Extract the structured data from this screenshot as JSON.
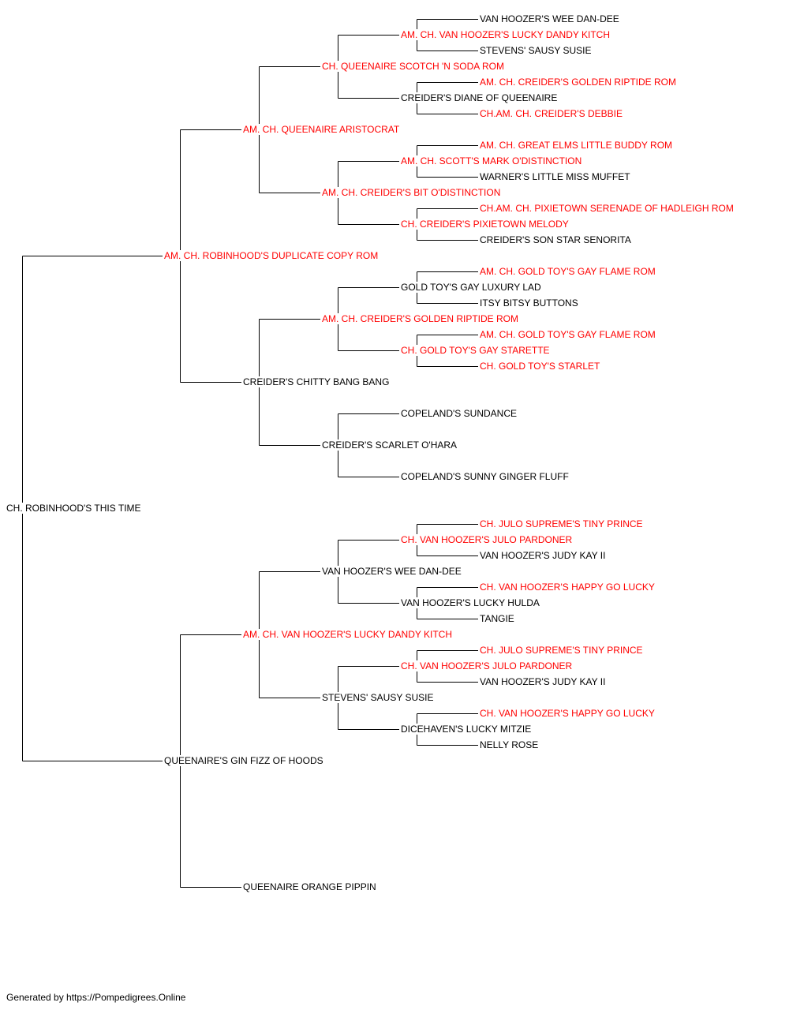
{
  "colors": {
    "champion": "#ff0000",
    "normal": "#000000",
    "line": "#000000"
  },
  "pedigree": {
    "name": "CH. ROBINHOOD'S THIS TIME",
    "champion": false,
    "sire": {
      "name": "AM. CH. ROBINHOOD'S DUPLICATE COPY ROM",
      "champion": true,
      "sire": {
        "name": "AM. CH. QUEENAIRE ARISTOCRAT",
        "champion": true,
        "sire": {
          "name": "CH. QUEENAIRE SCOTCH 'N SODA ROM",
          "champion": true,
          "sire": {
            "name": "AM. CH. VAN HOOZER'S LUCKY DANDY KITCH",
            "champion": true,
            "sire": {
              "name": "VAN HOOZER'S WEE DAN-DEE",
              "champion": false
            },
            "dam": {
              "name": "STEVENS' SAUSY SUSIE",
              "champion": false
            }
          },
          "dam": {
            "name": "CREIDER'S DIANE OF QUEENAIRE",
            "champion": false,
            "sire": {
              "name": "AM. CH. CREIDER'S GOLDEN RIPTIDE ROM",
              "champion": true
            },
            "dam": {
              "name": "CH.AM. CH. CREIDER'S DEBBIE",
              "champion": true
            }
          }
        },
        "dam": {
          "name": "AM. CH. CREIDER'S BIT O'DISTINCTION",
          "champion": true,
          "sire": {
            "name": "AM. CH. SCOTT'S MARK O'DISTINCTION",
            "champion": true,
            "sire": {
              "name": "AM. CH. GREAT ELMS LITTLE BUDDY ROM",
              "champion": true
            },
            "dam": {
              "name": "WARNER'S LITTLE MISS MUFFET",
              "champion": false
            }
          },
          "dam": {
            "name": "CH. CREIDER'S PIXIETOWN MELODY",
            "champion": true,
            "sire": {
              "name": "CH.AM. CH. PIXIETOWN SERENADE OF HADLEIGH ROM",
              "champion": true
            },
            "dam": {
              "name": "CREIDER'S SON STAR SENORITA",
              "champion": false
            }
          }
        }
      },
      "dam": {
        "name": "CREIDER'S CHITTY BANG BANG",
        "champion": false,
        "sire": {
          "name": "AM. CH. CREIDER'S GOLDEN RIPTIDE ROM",
          "champion": true,
          "sire": {
            "name": "GOLD TOY'S GAY LUXURY LAD",
            "champion": false,
            "sire": {
              "name": "AM. CH. GOLD TOY'S GAY FLAME ROM",
              "champion": true
            },
            "dam": {
              "name": "ITSY BITSY BUTTONS",
              "champion": false
            }
          },
          "dam": {
            "name": "CH. GOLD TOY'S GAY STARETTE",
            "champion": true,
            "sire": {
              "name": "AM. CH. GOLD TOY'S GAY FLAME ROM",
              "champion": true
            },
            "dam": {
              "name": "CH. GOLD TOY'S STARLET",
              "champion": true
            }
          }
        },
        "dam": {
          "name": "CREIDER'S SCARLET O'HARA",
          "champion": false,
          "sire": {
            "name": "COPELAND'S SUNDANCE",
            "champion": false
          },
          "dam": {
            "name": "COPELAND'S SUNNY GINGER FLUFF",
            "champion": false
          }
        }
      }
    },
    "dam": {
      "name": "QUEENAIRE'S GIN FIZZ OF HOODS",
      "champion": false,
      "sire": {
        "name": "AM. CH. VAN HOOZER'S LUCKY DANDY KITCH",
        "champion": true,
        "sire": {
          "name": "VAN HOOZER'S WEE DAN-DEE",
          "champion": false,
          "sire": {
            "name": "CH. VAN HOOZER'S JULO PARDONER",
            "champion": true,
            "sire": {
              "name": "CH. JULO SUPREME'S TINY PRINCE",
              "champion": true
            },
            "dam": {
              "name": "VAN HOOZER'S JUDY KAY II",
              "champion": false
            }
          },
          "dam": {
            "name": "VAN HOOZER'S LUCKY HULDA",
            "champion": false,
            "sire": {
              "name": "CH. VAN HOOZER'S HAPPY GO LUCKY",
              "champion": true
            },
            "dam": {
              "name": "TANGIE",
              "champion": false
            }
          }
        },
        "dam": {
          "name": "STEVENS' SAUSY SUSIE",
          "champion": false,
          "sire": {
            "name": "CH. VAN HOOZER'S JULO PARDONER",
            "champion": true,
            "sire": {
              "name": "CH. JULO SUPREME'S TINY PRINCE",
              "champion": true
            },
            "dam": {
              "name": "VAN HOOZER'S JUDY KAY II",
              "champion": false
            }
          },
          "dam": {
            "name": "DICEHAVEN'S LUCKY MITZIE",
            "champion": false,
            "sire": {
              "name": "CH. VAN HOOZER'S HAPPY GO LUCKY",
              "champion": true
            },
            "dam": {
              "name": "NELLY ROSE",
              "champion": false
            }
          }
        }
      },
      "dam": {
        "name": "QUEENAIRE ORANGE PIPPIN",
        "champion": false
      }
    }
  },
  "footer": "Generated by https://Pompedigrees.Online"
}
